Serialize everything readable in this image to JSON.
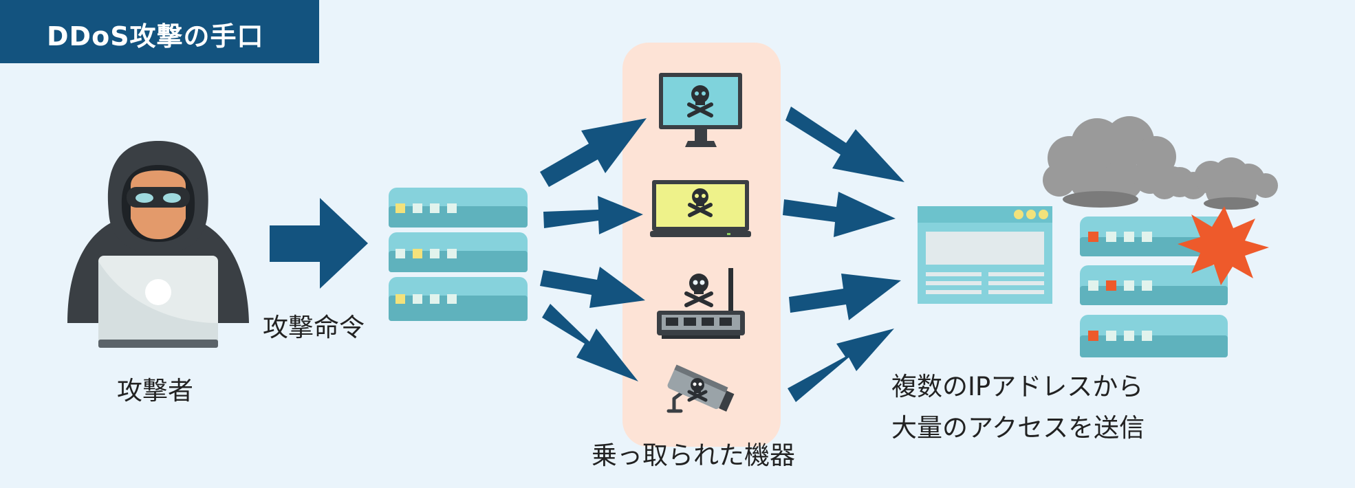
{
  "title": "DDoS攻撃の手口",
  "labels": {
    "attacker": "攻撃者",
    "command": "攻撃命令",
    "hijacked": "乗っ取られた機器",
    "sending_line1": "複数のIPアドレスから",
    "sending_line2": "大量のアクセスを送信"
  },
  "icons": {
    "attacker": "hooded-hacker-with-laptop-icon",
    "command_server": "server-rack-icon",
    "infected_devices": [
      "monitor-skull-icon",
      "laptop-skull-icon",
      "router-skull-icon",
      "camera-skull-icon"
    ],
    "target_web": "browser-window-icon",
    "target_server": "damaged-server-icon",
    "smoke": "smoke-cloud-icon",
    "explosion": "explosion-icon"
  },
  "colors": {
    "background": "#eaf4fb",
    "title_bar": "#13537f",
    "arrows": "#13537f",
    "device_panel": "#fde3d6",
    "server_teal": "#6cc2cc"
  }
}
